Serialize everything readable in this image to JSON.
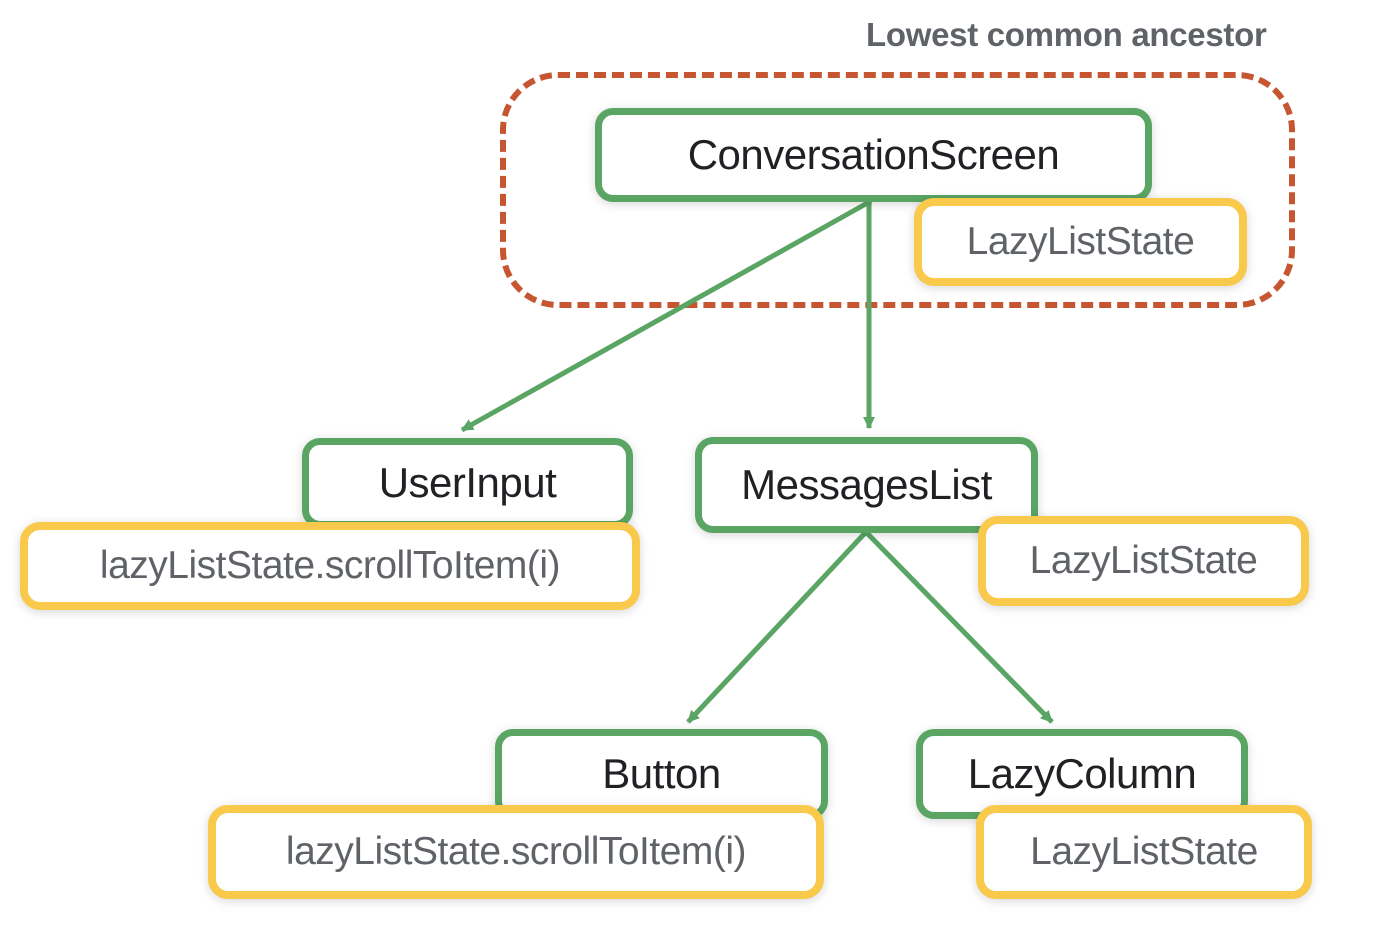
{
  "annotation": {
    "label": "Lowest common ancestor"
  },
  "colors": {
    "node_border": "#5AA564",
    "edge": "#5AA564",
    "state_border": "#F8C94A",
    "ancestor_outline": "#C65631",
    "node_text": "#202124",
    "state_text": "#5F6368",
    "annotation_text": "#5F6368",
    "background": "#FFFFFF"
  },
  "nodes": {
    "conversation_screen": {
      "label": "ConversationScreen"
    },
    "user_input": {
      "label": "UserInput"
    },
    "messages_list": {
      "label": "MessagesList"
    },
    "button": {
      "label": "Button"
    },
    "lazy_column": {
      "label": "LazyColumn"
    }
  },
  "states": {
    "conversation_screen_state": {
      "label": "LazyListState"
    },
    "user_input_call": {
      "label": "lazyListState.scrollToItem(i)"
    },
    "messages_list_state": {
      "label": "LazyListState"
    },
    "button_call": {
      "label": "lazyListState.scrollToItem(i)"
    },
    "lazy_column_state": {
      "label": "LazyListState"
    }
  }
}
